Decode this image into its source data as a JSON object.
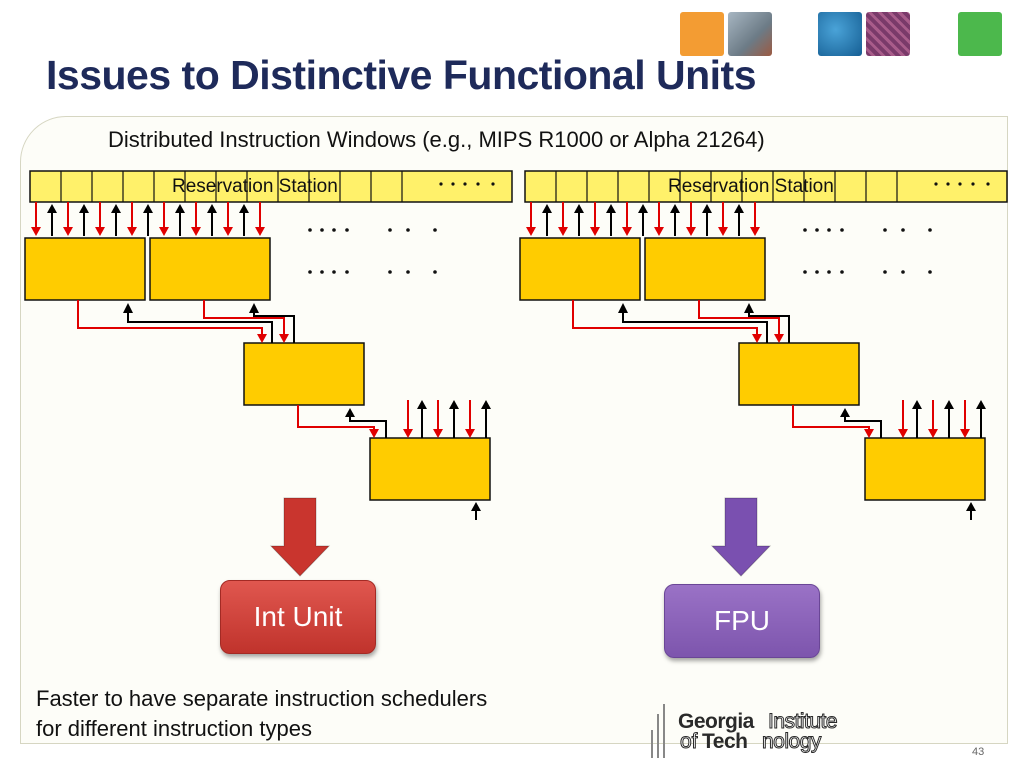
{
  "title": "Issues to Distinctive Functional Units",
  "subtitle": "Distributed Instruction Windows (e.g., MIPS R1000 or Alpha 21264)",
  "left_group": {
    "rs_label": "Reservation Station",
    "unit_label": "Int Unit",
    "unit_color": "#c9352e",
    "arrow_color": "#c9352e"
  },
  "right_group": {
    "rs_label": "Reservation Station",
    "unit_label": "FPU",
    "unit_color": "#8560b5",
    "arrow_color": "#7a50b0"
  },
  "note_line1": "Faster to have separate instruction schedulers",
  "note_line2": "for different instruction types",
  "logo": {
    "georgia": "Georgia",
    "institute": "Institute",
    "of": "of",
    "tech": "Tech",
    "nology": "nology"
  },
  "page_number": "43",
  "colors": {
    "title": "#1e2a5a",
    "station_fill": "#fff16a",
    "box_fill": "#ffcc00",
    "red_signal": "#e00000",
    "black_signal": "#000000"
  },
  "decor_tiles": [
    {
      "name": "orange-tile",
      "color": "#f39c33"
    },
    {
      "name": "photo-tile",
      "color": "#8a9aa6"
    },
    {
      "name": "blue-tile",
      "color": "#1e78b8"
    },
    {
      "name": "circuit-tile",
      "color": "#7a3a6a"
    },
    {
      "name": "green-tile",
      "color": "#4cb84c"
    }
  ]
}
